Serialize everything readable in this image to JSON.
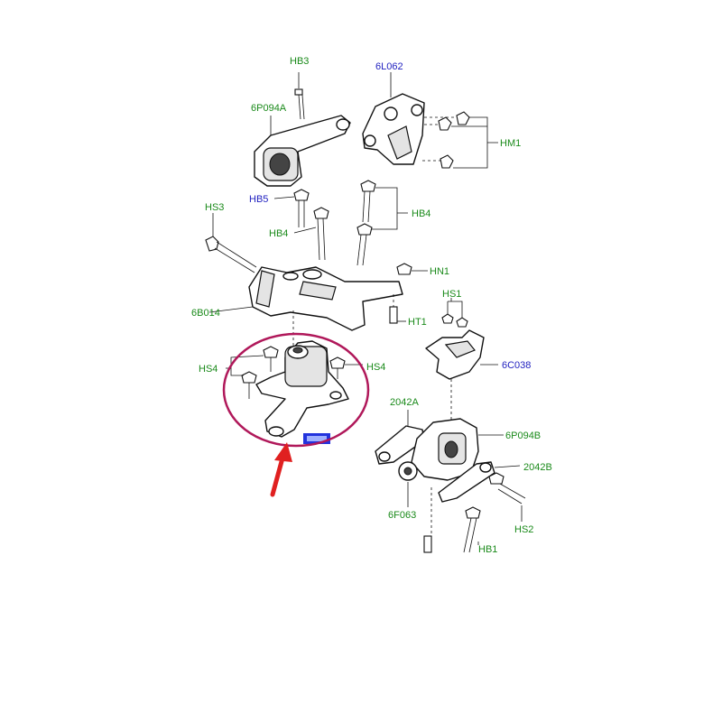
{
  "diagram": {
    "colors": {
      "green_label": "#1a8a1a",
      "blue_label": "#1f1fbf",
      "highlight_ellipse": "#b0185a",
      "arrow": "#e02020",
      "ref_box": "#2233dd"
    },
    "labels": {
      "hb3": "HB3",
      "l6l062": "6L062",
      "l6p094a": "6P094A",
      "hm1": "HM1",
      "hb5": "HB5",
      "hs3": "HS3",
      "hb4_right": "HB4",
      "hb4_left": "HB4",
      "hn1": "HN1",
      "l6b014": "6B014",
      "hs1": "HS1",
      "ht1": "HT1",
      "hs4_left": "HS4",
      "hs4_right": "HS4",
      "l6c038": "6C038",
      "l2042a": "2042A",
      "l6p094b": "6P094B",
      "l2042b": "2042B",
      "l6f063": "6F063",
      "hs2": "HS2",
      "hb1": "HB1"
    }
  }
}
